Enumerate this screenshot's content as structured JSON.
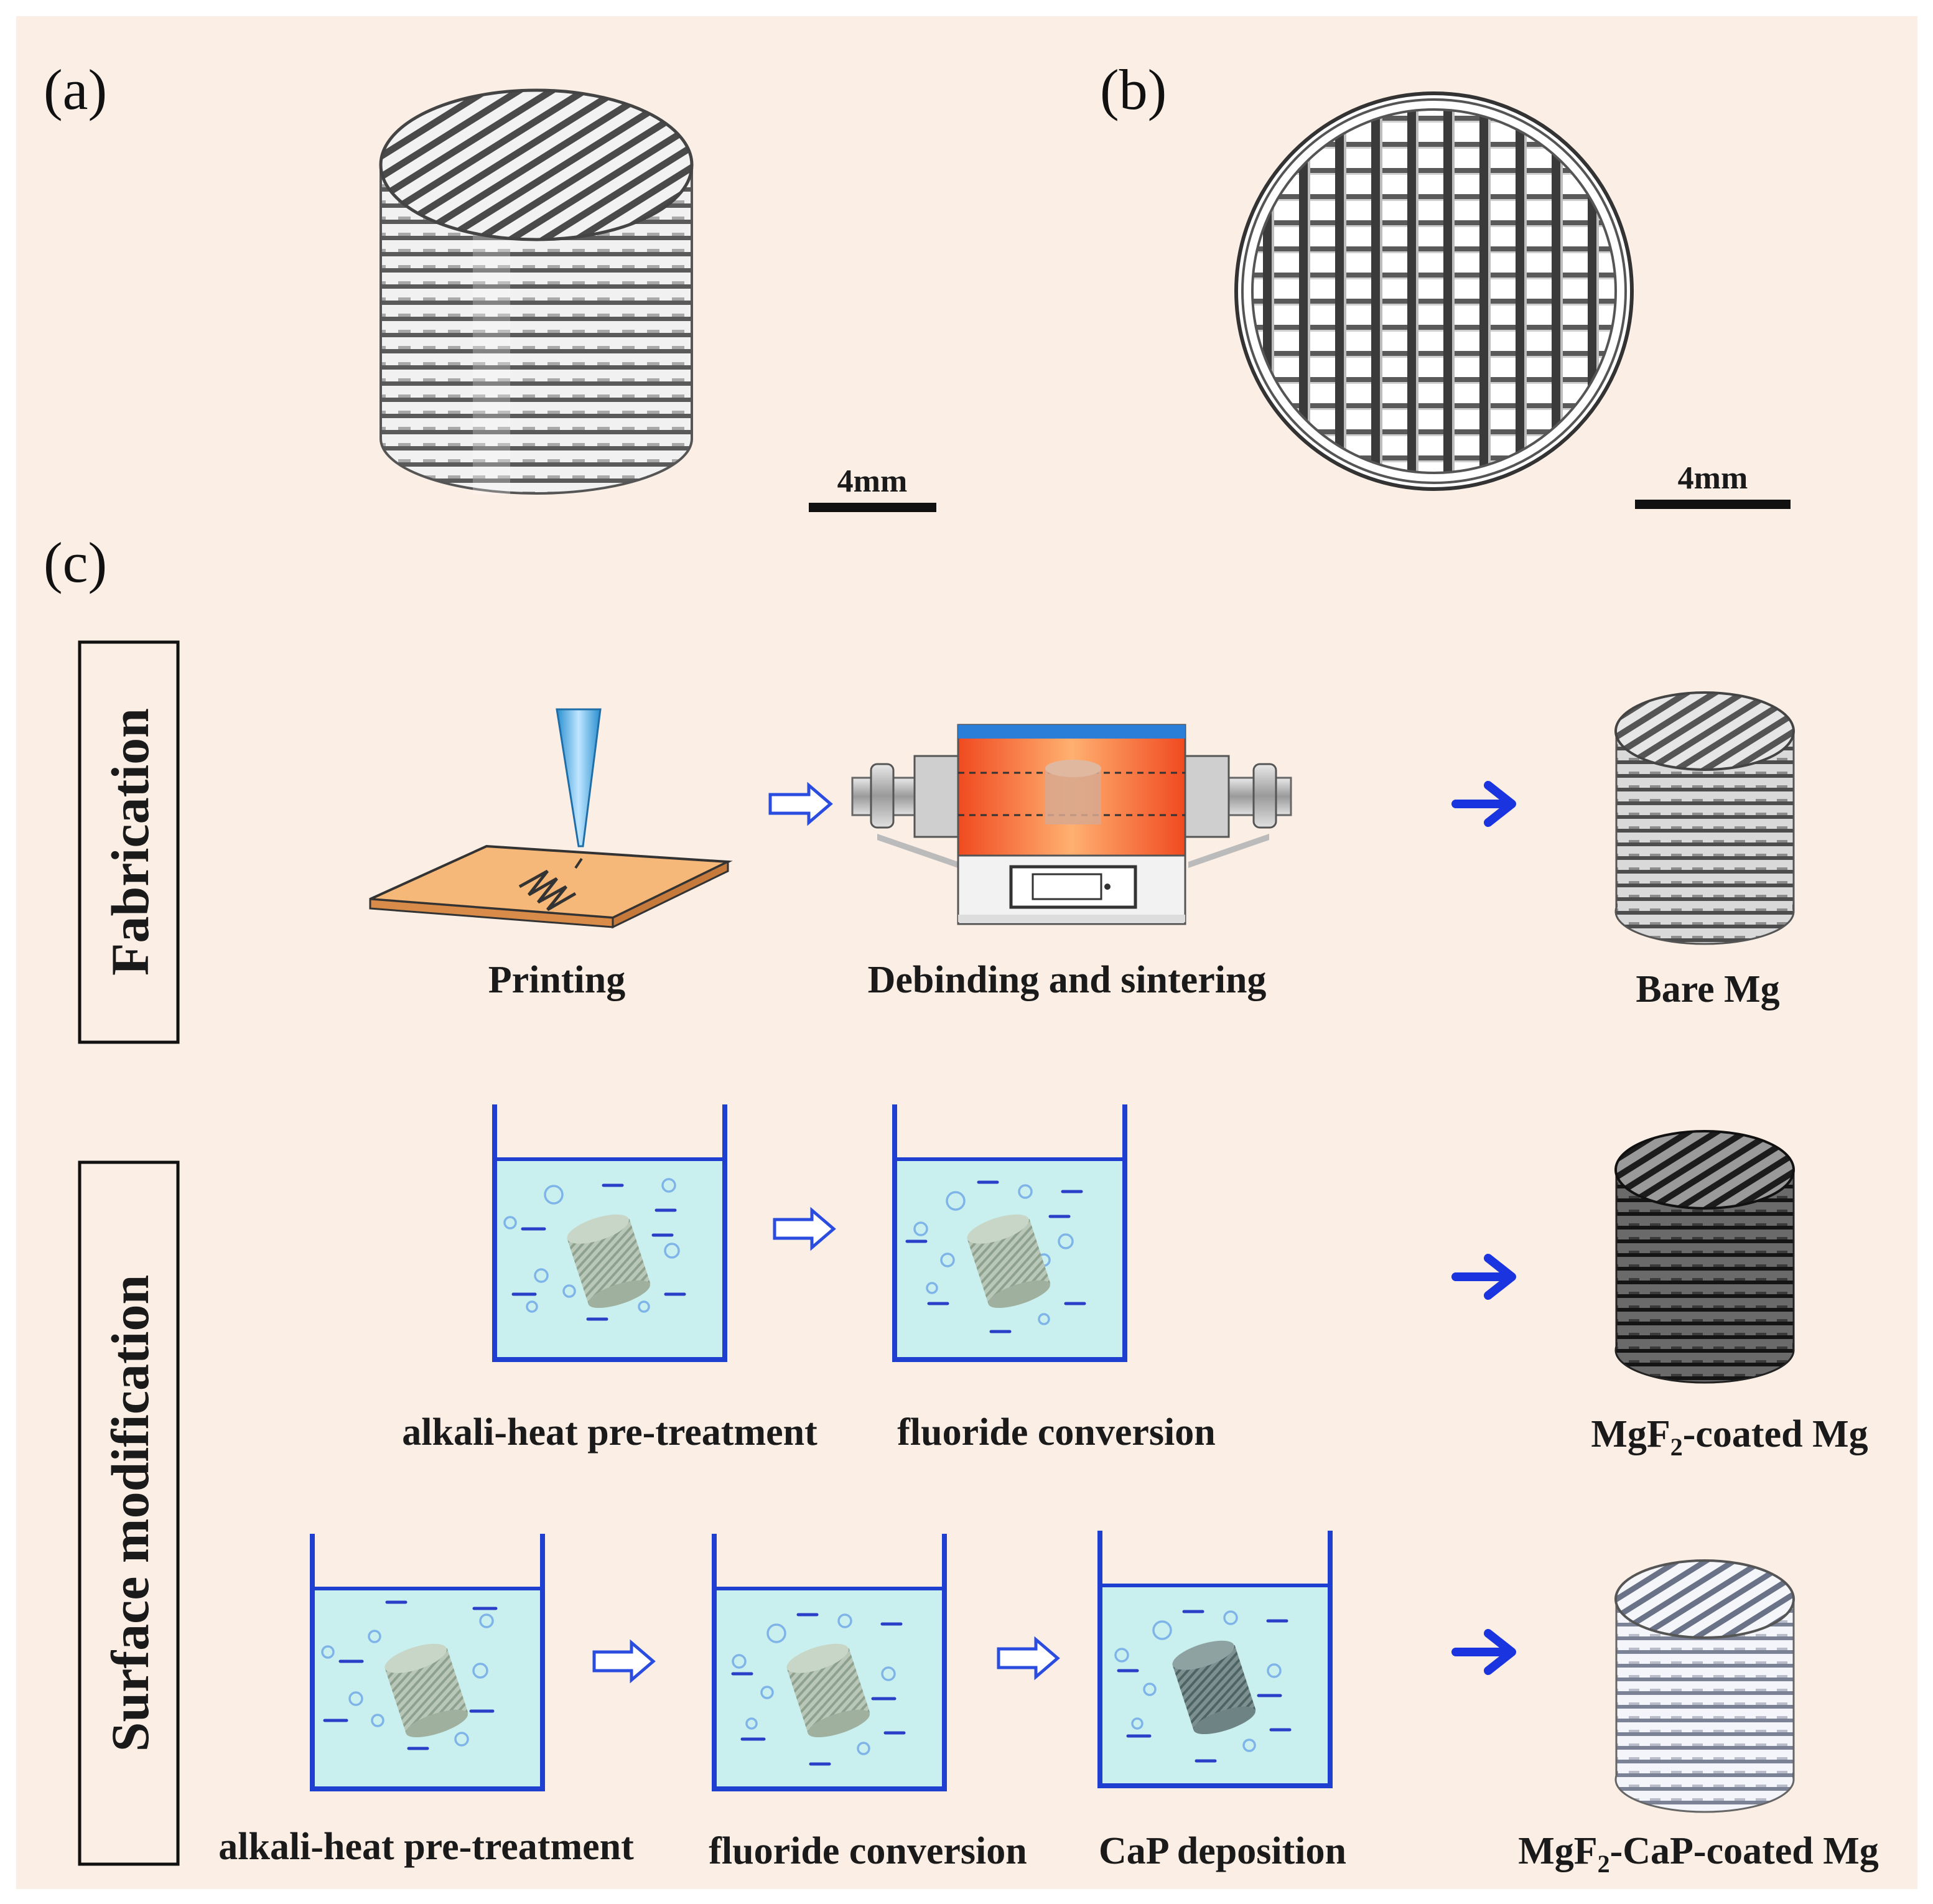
{
  "figure": {
    "panels": {
      "a": "(a)",
      "b": "(b)",
      "c": "(c)"
    },
    "scale_bars": {
      "a": "4mm",
      "b": "4mm"
    },
    "row_labels": {
      "fabrication": "Fabrication",
      "surface_modification": "Surface modification"
    },
    "fabrication_steps": {
      "printing": "Printing",
      "debinding": "Debinding and sintering",
      "result": "Bare Mg"
    },
    "coating_route_1": {
      "step1": "alkali-heat pre-treatment",
      "step2": "fluoride conversion",
      "result_prefix": "MgF",
      "result_sub": "2",
      "result_suffix": "-coated Mg"
    },
    "coating_route_2": {
      "step1": "alkali-heat pre-treatment",
      "step2": "fluoride conversion",
      "step3": "CaP deposition",
      "result_prefix": "MgF",
      "result_sub": "2",
      "result_suffix": "-CaP-coated Mg"
    },
    "colors": {
      "background": "#fbeee5",
      "tank_blue": "#1f3fd0",
      "water": "#c9f0ee",
      "arrow_blue": "#1a35e0",
      "furnace_hot": "#f05a28"
    }
  }
}
